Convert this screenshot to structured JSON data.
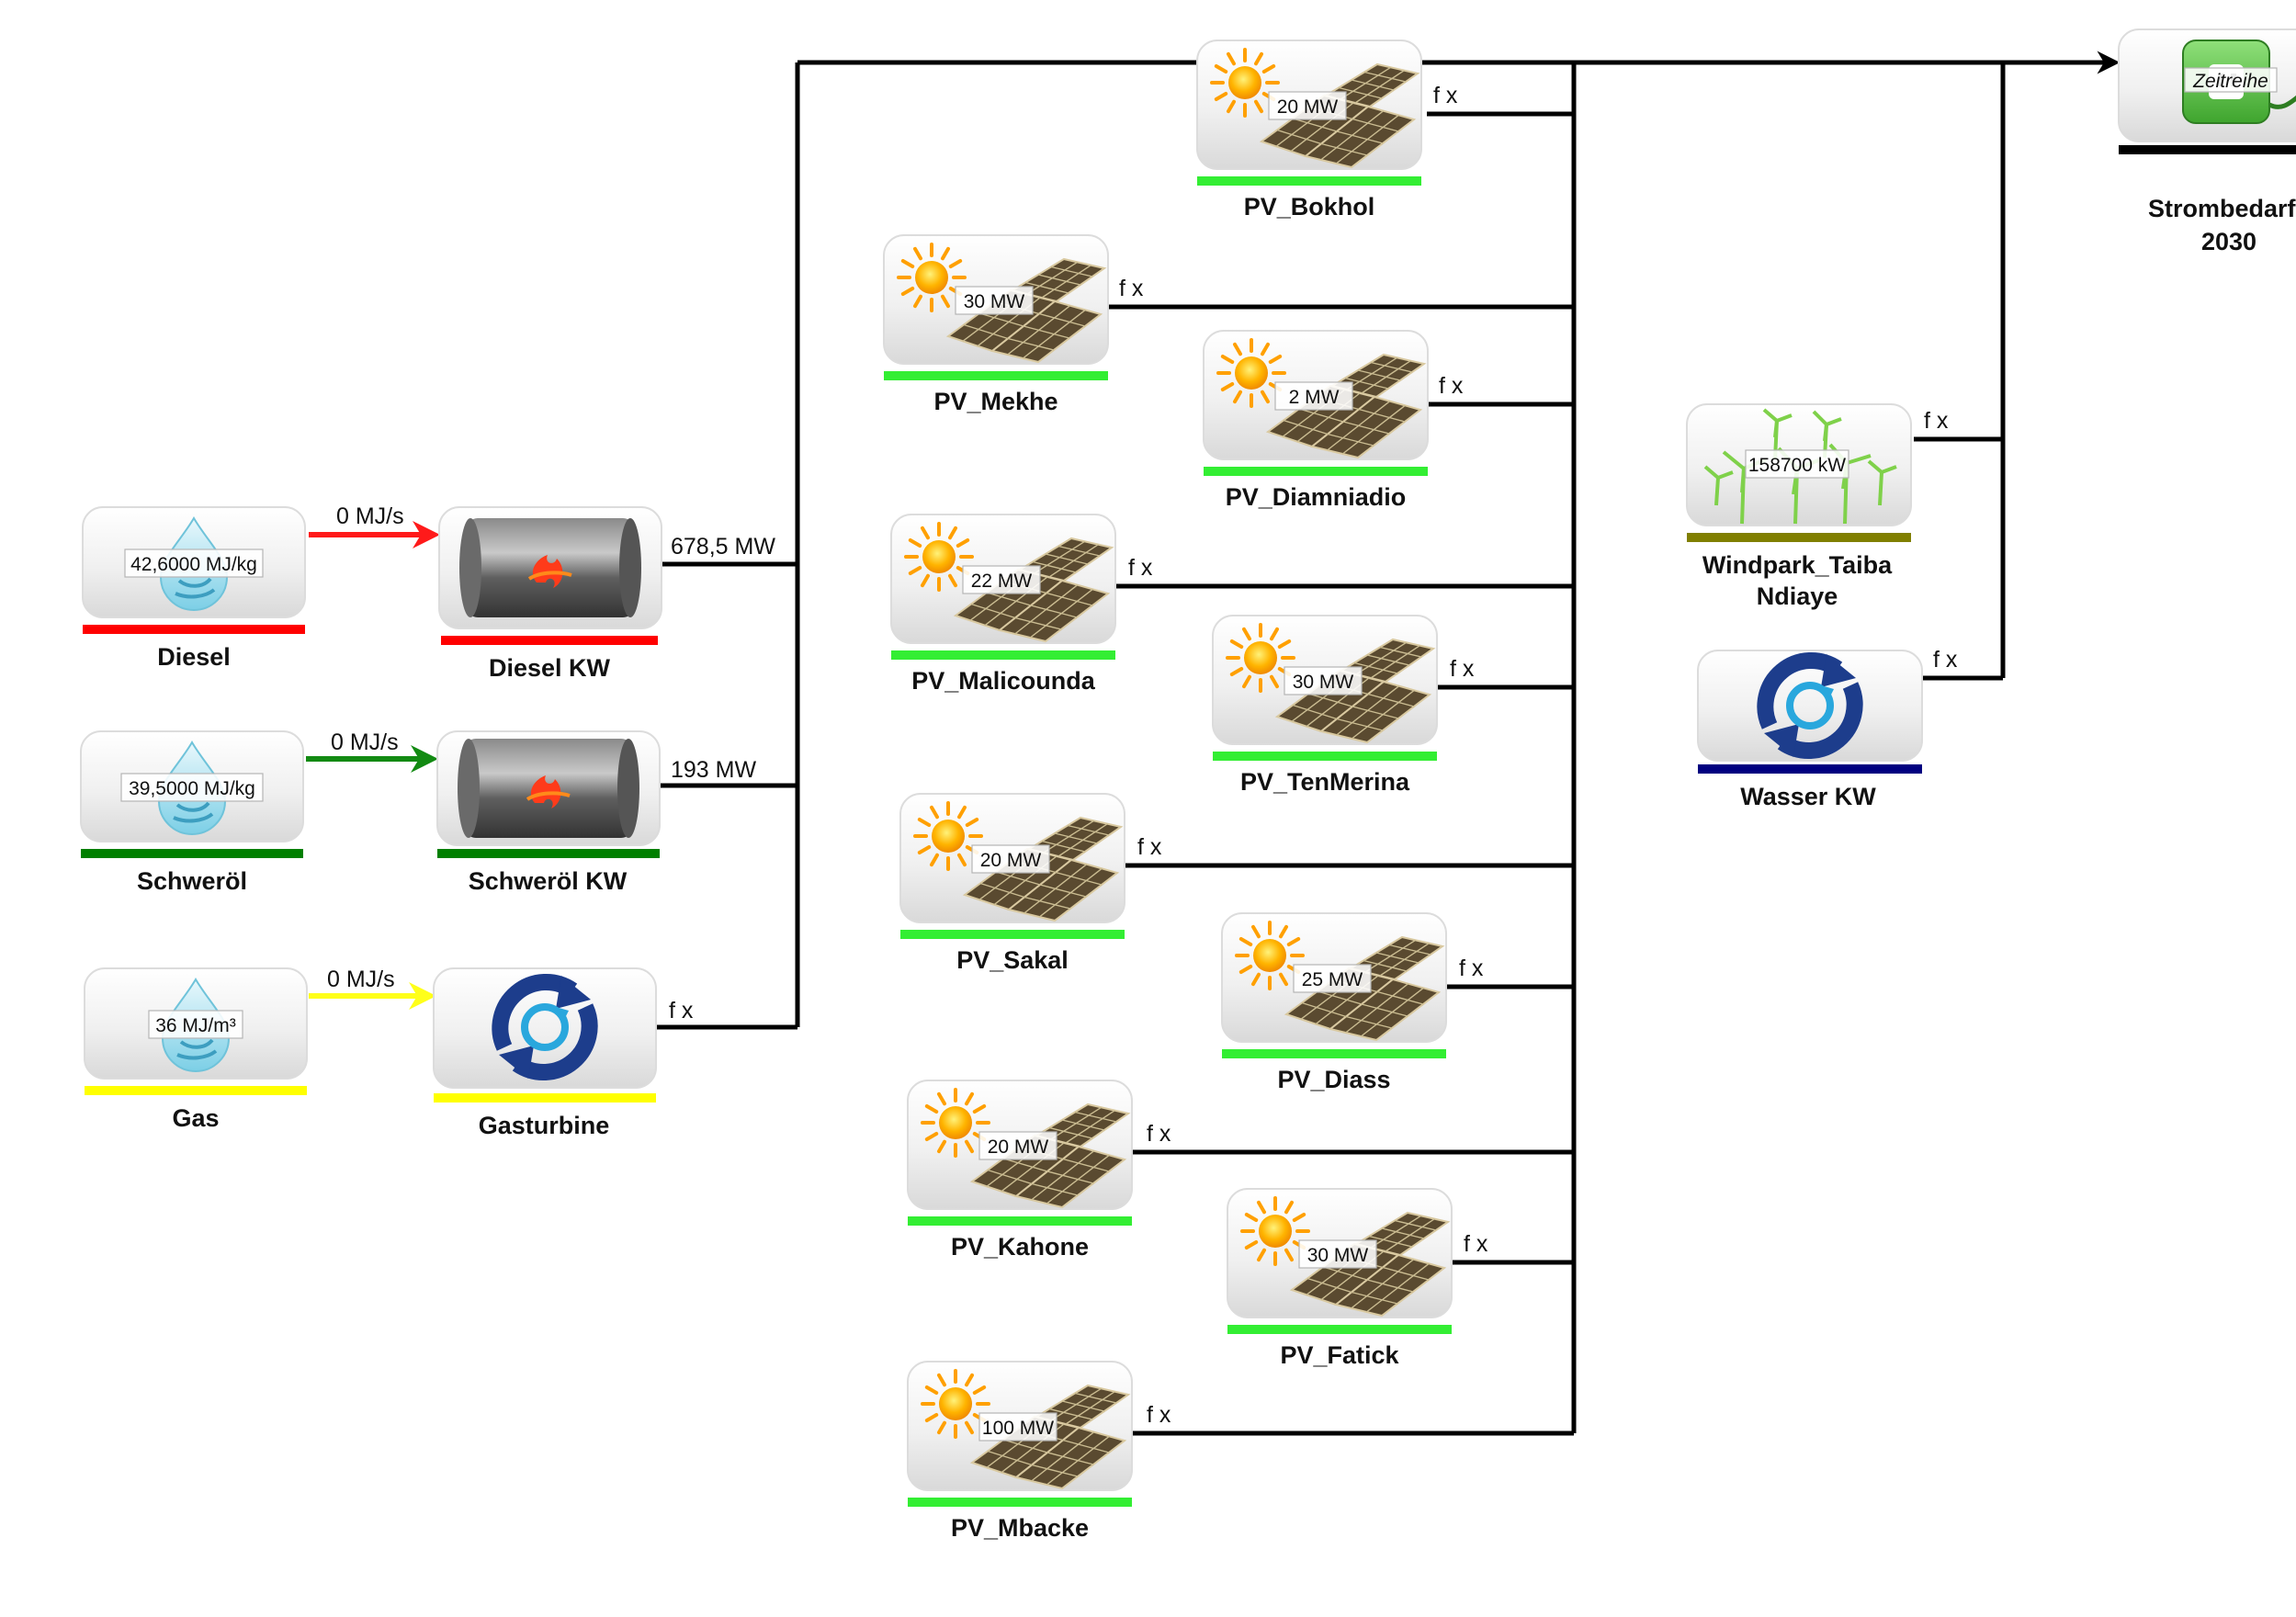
{
  "nodes": {
    "diesel": {
      "label": "Diesel",
      "value": "42,6000 MJ/kg",
      "color": "#ff0000",
      "icon": "fuel-drop-icon"
    },
    "schweroel": {
      "label": "Schweröl",
      "value": "39,5000 MJ/kg",
      "color": "#007f00",
      "icon": "fuel-drop-icon"
    },
    "gas": {
      "label": "Gas",
      "value": "36 MJ/m³",
      "color": "#ffff00",
      "icon": "fuel-drop-icon"
    },
    "diesel_kw": {
      "label": "Diesel KW",
      "color": "#ff0000",
      "icon": "combustion-tank-icon"
    },
    "schweroel_kw": {
      "label": "Schweröl KW",
      "color": "#007f00",
      "icon": "combustion-tank-icon"
    },
    "gasturbine": {
      "label": "Gasturbine",
      "color": "#ffff00",
      "icon": "turbine-cycle-icon"
    },
    "pv_bokhol": {
      "label": "PV_Bokhol",
      "value": "20 MW",
      "color": "#33ee33",
      "icon": "solar-panel-icon"
    },
    "pv_mekhe": {
      "label": "PV_Mekhe",
      "value": "30 MW",
      "color": "#33ee33",
      "icon": "solar-panel-icon"
    },
    "pv_diamniadio": {
      "label": "PV_Diamniadio",
      "value": "2 MW",
      "color": "#33ee33",
      "icon": "solar-panel-icon"
    },
    "pv_malicounda": {
      "label": "PV_Malicounda",
      "value": "22 MW",
      "color": "#33ee33",
      "icon": "solar-panel-icon"
    },
    "pv_tenmerina": {
      "label": "PV_TenMerina",
      "value": "30 MW",
      "color": "#33ee33",
      "icon": "solar-panel-icon"
    },
    "pv_sakal": {
      "label": "PV_Sakal",
      "value": "20 MW",
      "color": "#33ee33",
      "icon": "solar-panel-icon"
    },
    "pv_diass": {
      "label": "PV_Diass",
      "value": "25 MW",
      "color": "#33ee33",
      "icon": "solar-panel-icon"
    },
    "pv_kahone": {
      "label": "PV_Kahone",
      "value": "20 MW",
      "color": "#33ee33",
      "icon": "solar-panel-icon"
    },
    "pv_fatick": {
      "label": "PV_Fatick",
      "value": "30 MW",
      "color": "#33ee33",
      "icon": "solar-panel-icon"
    },
    "pv_mbacke": {
      "label": "PV_Mbacke",
      "value": "100 MW",
      "color": "#33ee33",
      "icon": "solar-panel-icon"
    },
    "windpark": {
      "label_line1": "Windpark_Taiba",
      "label_line2": "Ndiaye",
      "value": "158700 kW",
      "color": "#807f00",
      "icon": "wind-turbine-icon"
    },
    "wasser_kw": {
      "label": "Wasser KW",
      "color": "#000080",
      "icon": "turbine-cycle-icon"
    },
    "strombedarf": {
      "label_line1": "Strombedarf",
      "label_line2": "2030",
      "value": "Zeitreihe",
      "color": "#000000",
      "icon": "power-socket-icon"
    }
  },
  "edges": {
    "diesel_flow": "0 MJ/s",
    "schweroel_flow": "0 MJ/s",
    "gas_flow": "0 MJ/s",
    "diesel_kw_out": "678,5 MW",
    "schweroel_kw_out": "193 MW",
    "formula": "f x"
  }
}
